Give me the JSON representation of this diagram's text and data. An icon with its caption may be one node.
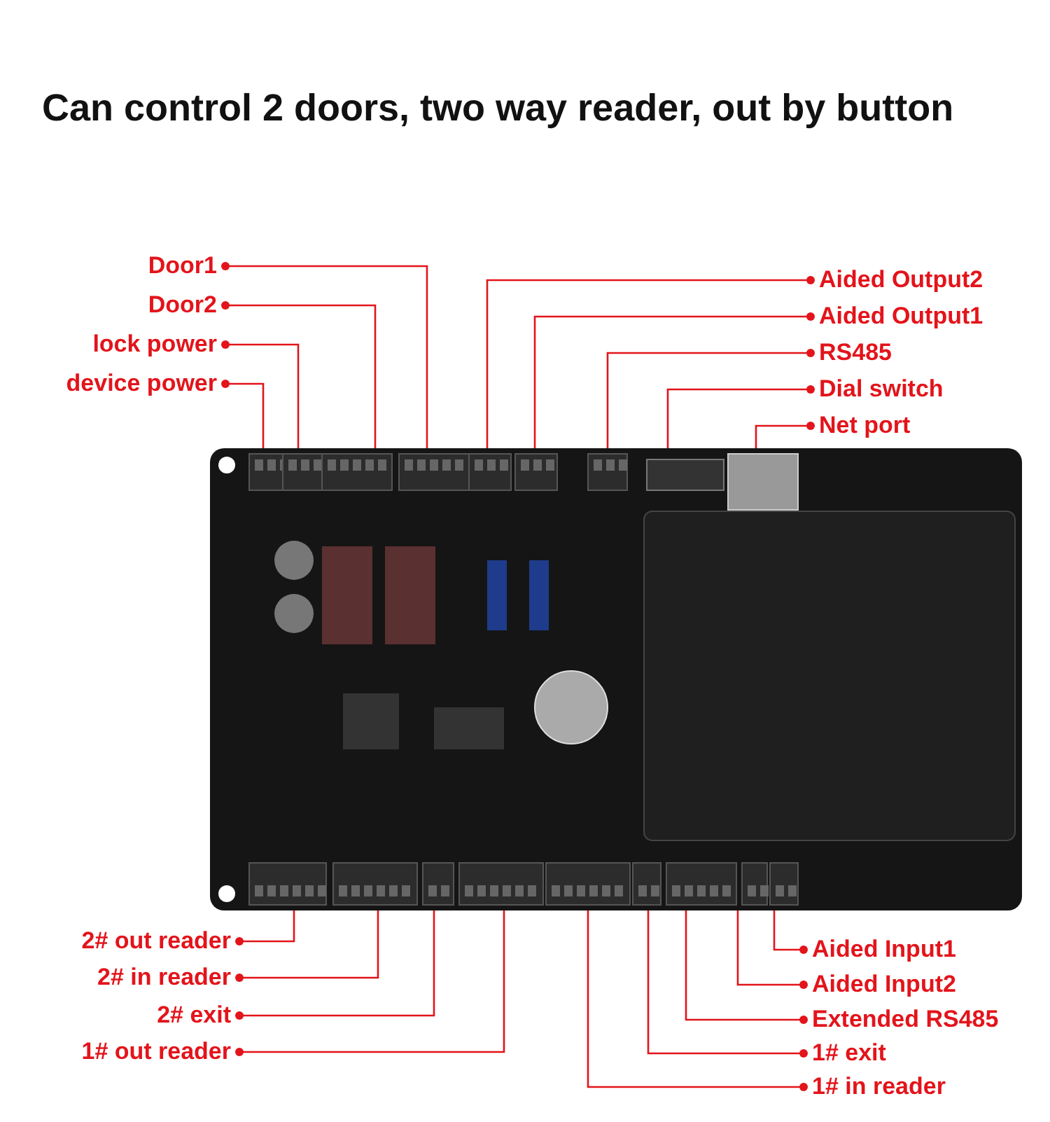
{
  "diagram": {
    "title": "Can control 2 doors, two way reader, out by button",
    "nodes": [
      {
        "text": [
          "Door1"
        ]
      },
      {
        "text": [
          "Aided Output2"
        ]
      },
      {
        "text": [
          "Door2"
        ]
      },
      {
        "text": [
          "Aided Output1"
        ]
      },
      {
        "text": [
          "lock power"
        ]
      },
      {
        "text": [
          "RS485"
        ]
      },
      {
        "text": [
          "device power"
        ]
      },
      {
        "text": [
          "Dial switch"
        ]
      },
      {
        "text": [
          "Net port"
        ]
      },
      {
        "text": [],
        "shape": "picture"
      },
      {
        "text": [
          "2# out reader"
        ]
      },
      {
        "text": [
          "Aided Input1"
        ]
      },
      {
        "text": [
          "2# in reader"
        ]
      },
      {
        "text": [
          "Aided Input2"
        ]
      },
      {
        "text": [
          "2# exit"
        ]
      },
      {
        "text": [
          "Extended RS485"
        ]
      },
      {
        "text": [
          "1# out reader"
        ]
      },
      {
        "text": [
          "1# exit"
        ]
      },
      {
        "text": [
          "1# in reader"
        ]
      }
    ],
    "edges": [
      {
        "from": 0,
        "to": 9,
        "arrow": "other"
      },
      {
        "from": 1,
        "to": 9,
        "arrow": "other"
      },
      {
        "from": 2,
        "to": 9,
        "arrow": "other"
      },
      {
        "from": 3,
        "to": 9,
        "arrow": "other"
      },
      {
        "from": 4,
        "to": 9,
        "arrow": "other"
      },
      {
        "from": 5,
        "to": 9,
        "arrow": "other"
      },
      {
        "from": 6,
        "to": 9,
        "arrow": "other"
      },
      {
        "from": 7,
        "to": 9,
        "arrow": "other"
      },
      {
        "from": 8,
        "to": 9,
        "arrow": "other"
      },
      {
        "from": 10,
        "to": 9,
        "arrow": "other"
      },
      {
        "from": 11,
        "to": 9,
        "arrow": "other"
      },
      {
        "from": 12,
        "to": 9,
        "arrow": "other"
      },
      {
        "from": 13,
        "to": 9,
        "arrow": "other"
      },
      {
        "from": 14,
        "to": 9,
        "arrow": "other"
      },
      {
        "from": 15,
        "to": 9,
        "arrow": "other"
      },
      {
        "from": 16,
        "to": 9,
        "arrow": "other"
      },
      {
        "from": 17,
        "to": 9,
        "arrow": "other"
      },
      {
        "from": 18,
        "to": 9,
        "arrow": "other"
      }
    ]
  }
}
